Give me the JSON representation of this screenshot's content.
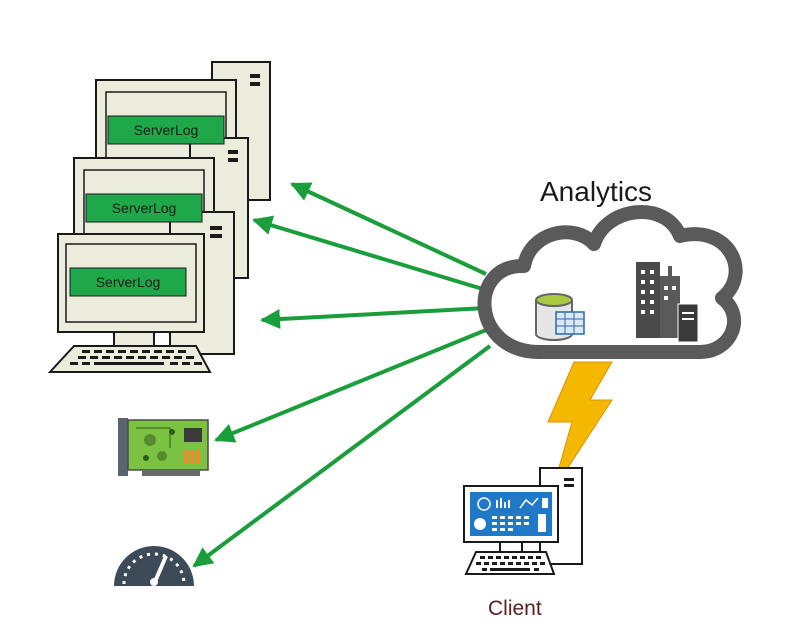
{
  "analytics_label": "Analytics",
  "client_label": "Client",
  "servers": [
    {
      "label": "ServerLog"
    },
    {
      "label": "ServerLog"
    },
    {
      "label": "ServerLog"
    }
  ],
  "icons": {
    "cloud": "cloud-icon",
    "database": "database-icon",
    "buildings": "buildings-icon",
    "lightning": "lightning-icon",
    "circuit_board": "circuit-board-icon",
    "gauge": "gauge-icon",
    "client_computer": "client-computer-icon"
  },
  "colors": {
    "arrow": "#1a9e3c",
    "server_label_bg": "#1fa84a",
    "cloud_stroke": "#5a5a5a",
    "lightning": "#f5b800",
    "screen": "#1f78c8"
  }
}
